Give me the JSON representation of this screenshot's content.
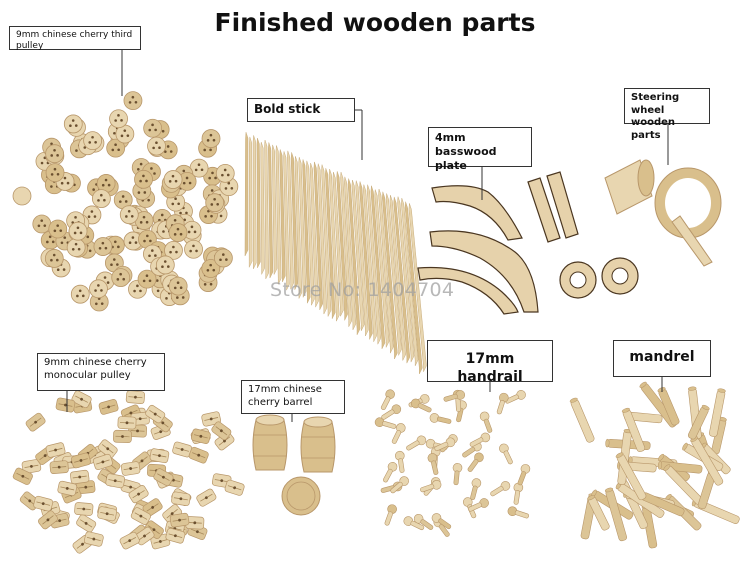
{
  "title": "Finished wooden parts",
  "watermark": "Store No: 1404704",
  "labels": {
    "third_pulley": "9mm chinese cherry third pulley",
    "bold_stick": "Bold stick",
    "basswood_plate": "4mm basswood\nplate",
    "steering_wheel": "Steering wheel\nwooden parts",
    "monocular_pulley": "9mm chinese cherry\nmonocular pulley",
    "barrel": "17mm chinese\ncherry barrel",
    "handrail": "17mm handrail",
    "mandrel": "mandrel"
  },
  "colors": {
    "wood_light": "#e8d6b0",
    "wood_mid": "#d9bf8c",
    "wood_dark": "#b8976a",
    "hole": "#6b5030",
    "edge": "#4a3620"
  }
}
